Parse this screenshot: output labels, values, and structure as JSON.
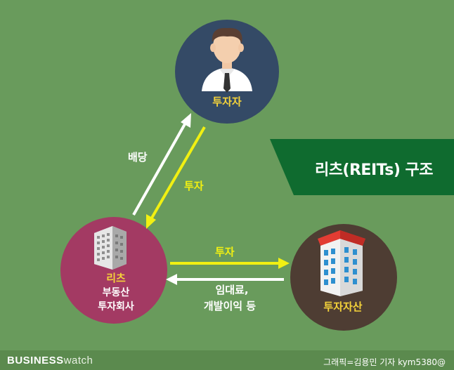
{
  "title": "리츠(REITs) 구조",
  "nodes": {
    "investor": {
      "label": "투자자"
    },
    "reits": {
      "label_line1": "리츠",
      "label_line2": "부동산",
      "label_line3": "투자회사"
    },
    "asset": {
      "label": "투자자산"
    }
  },
  "edges": {
    "dividend": "배당",
    "invest_to_reits": "투자",
    "invest_to_asset": "투자",
    "rent_line1": "임대료,",
    "rent_line2": "개발이익 등"
  },
  "footer": {
    "brand_bold": "BUSINESS",
    "brand_light": "watch",
    "credit": "그래픽=김용민 기자 kym5380@"
  },
  "colors": {
    "background": "#699b5c",
    "investor_circle": "#344a66",
    "reits_circle": "#a33a63",
    "asset_circle": "#4e3d33",
    "banner": "#0f6b2f",
    "yellow_arrow": "#f1f012",
    "white_arrow": "#ffffff",
    "label_yellow": "#f5d33a"
  }
}
